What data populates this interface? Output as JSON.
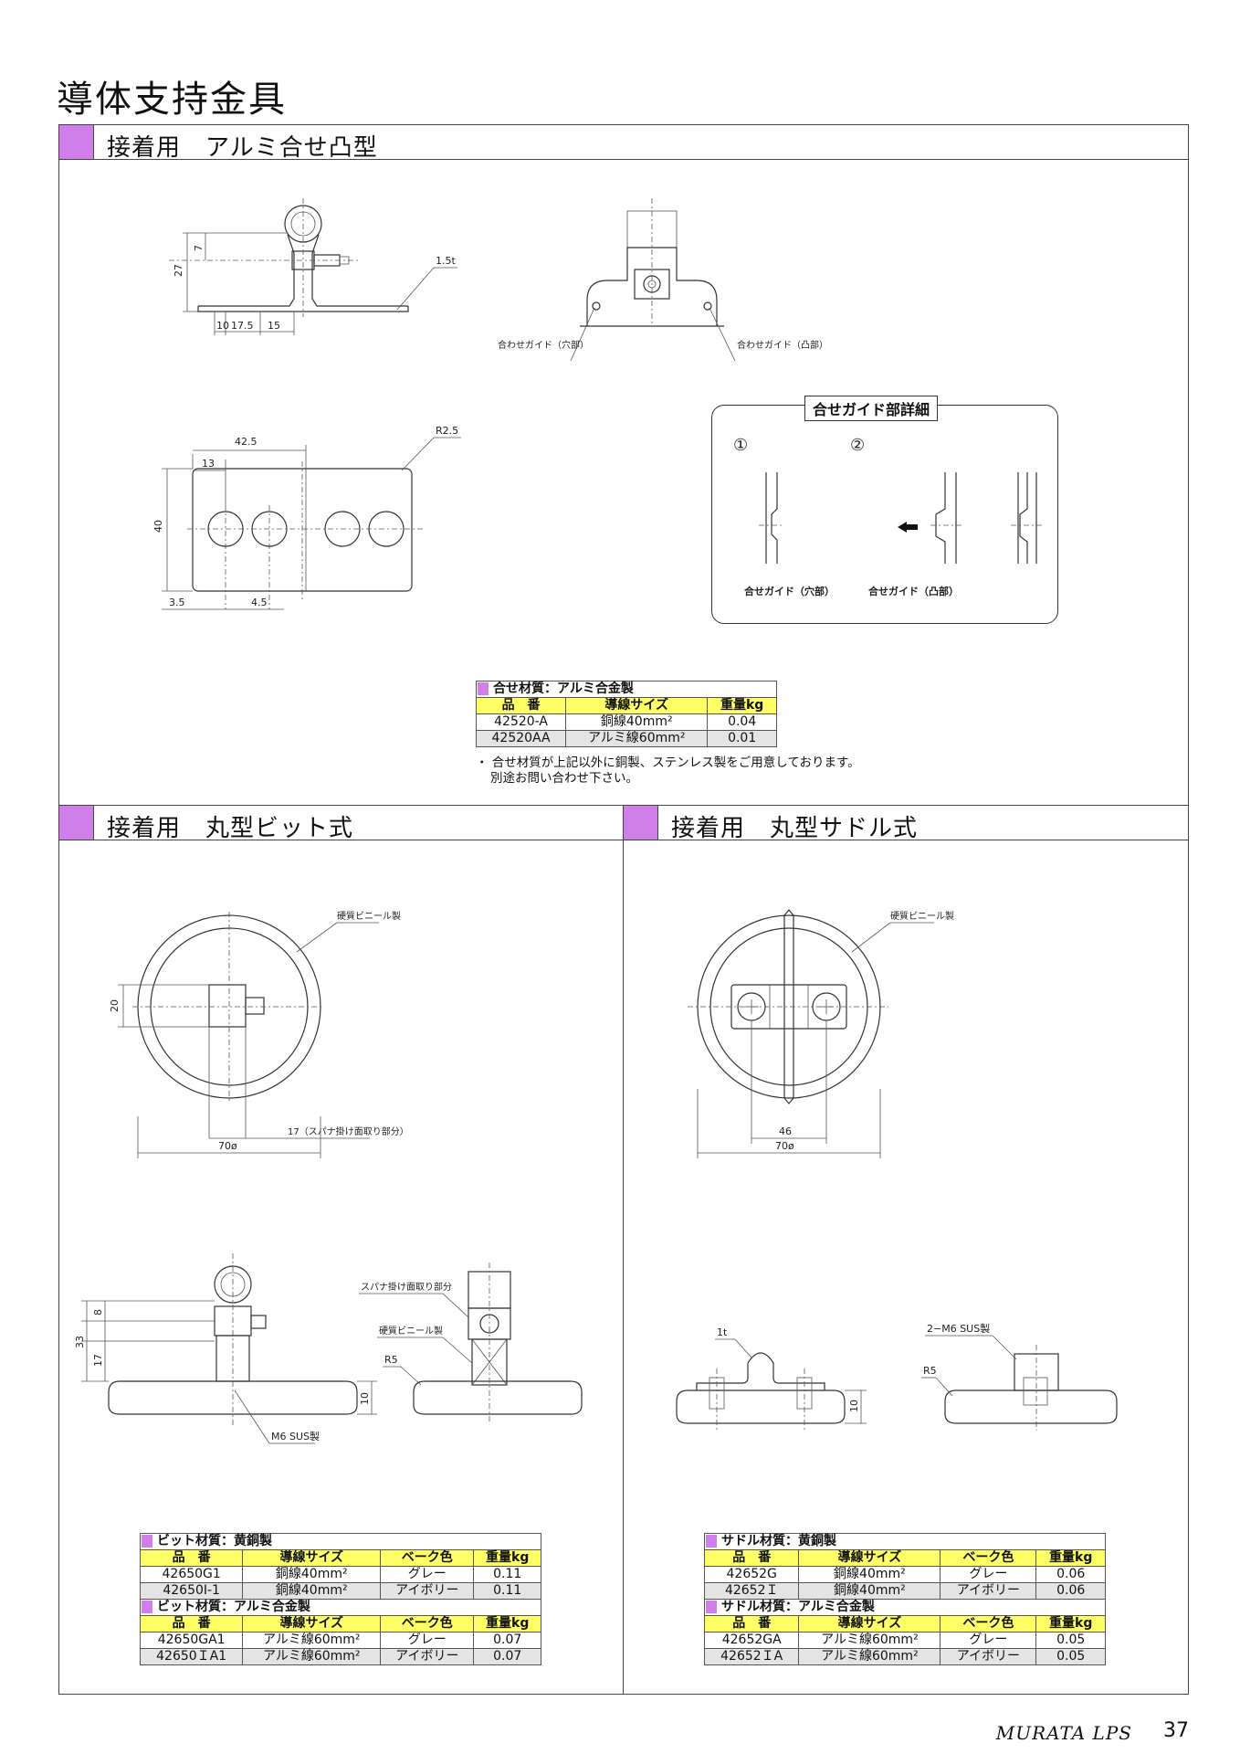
{
  "page": {
    "title": "導体支持金具",
    "brand": "MURATA LPS",
    "number": "37"
  },
  "sections": {
    "aluminum": {
      "title": "接着用　アルミ合せ凸型",
      "dims": {
        "d27": "27",
        "d7": "7",
        "d1_5t": "1.5t",
        "d10": "10",
        "d17_5": "17.5",
        "d15": "15",
        "d42_5": "42.5",
        "d13": "13",
        "r2_5": "R2.5",
        "d40": "40",
        "d3_5": "3.5",
        "d4_5": "4.5"
      },
      "guide_hole": "合わせガイド（穴部）",
      "guide_boss": "合わせガイド（凸部）",
      "detail": {
        "title": "合せガイド部詳細",
        "step1": "①",
        "step2": "②",
        "cap_hole": "合せガイド（穴部）",
        "cap_boss": "合せガイド（凸部）"
      },
      "table": {
        "caption": "合せ材質：アルミ合金製",
        "headers": [
          "品　番",
          "導線サイズ",
          "重量kg"
        ],
        "rows": [
          [
            "42520-A",
            "銅線40mm²",
            "0.04"
          ],
          [
            "42520AA",
            "アルミ線60mm²",
            "0.01"
          ]
        ]
      },
      "note_line1": "・ 合せ材質が上記以外に銅製、ステンレス製をご用意しております。",
      "note_line2": "別途お問い合わせ下さい。"
    },
    "bit": {
      "title": "接着用　丸型ビット式",
      "label_vinyl": "硬質ビニール製",
      "label_spanner": "17（スパナ掛け面取り部分）",
      "label_spanner2": "スパナ掛け面取り部分",
      "label_vinyl2": "硬質ビニール製",
      "label_m6": "M6  SUS製",
      "dims": {
        "d20": "20",
        "d70": "70ø",
        "d33": "33",
        "d8": "8",
        "d17": "17",
        "d10": "10",
        "r5": "R5"
      },
      "tables": [
        {
          "caption": "ビット材質：黄銅製",
          "headers": [
            "品　番",
            "導線サイズ",
            "ベーク色",
            "重量kg"
          ],
          "rows": [
            [
              "42650G1",
              "銅線40mm²",
              "グレー",
              "0.11"
            ],
            [
              "42650I-1",
              "銅線40mm²",
              "アイボリー",
              "0.11"
            ]
          ]
        },
        {
          "caption": "ビット材質：アルミ合金製",
          "headers": [
            "品　番",
            "導線サイズ",
            "ベーク色",
            "重量kg"
          ],
          "rows": [
            [
              "42650GA1",
              "アルミ線60mm²",
              "グレー",
              "0.07"
            ],
            [
              "42650ＩA1",
              "アルミ線60mm²",
              "アイボリー",
              "0.07"
            ]
          ]
        }
      ]
    },
    "saddle": {
      "title": "接着用　丸型サドル式",
      "label_vinyl": "硬質ビニール製",
      "label_1t": "1t",
      "label_m6": "2−M6  SUS製",
      "dims": {
        "d46": "46",
        "d70": "70ø",
        "d10": "10",
        "r5": "R5"
      },
      "tables": [
        {
          "caption": "サドル材質：黄銅製",
          "headers": [
            "品　番",
            "導線サイズ",
            "ベーク色",
            "重量kg"
          ],
          "rows": [
            [
              "42652G",
              "銅線40mm²",
              "グレー",
              "0.06"
            ],
            [
              "42652Ｉ",
              "銅線40mm²",
              "アイボリー",
              "0.06"
            ]
          ]
        },
        {
          "caption": "サドル材質：アルミ合金製",
          "headers": [
            "品　番",
            "導線サイズ",
            "ベーク色",
            "重量kg"
          ],
          "rows": [
            [
              "42652GA",
              "アルミ線60mm²",
              "グレー",
              "0.05"
            ],
            [
              "42652ＩA",
              "アルミ線60mm²",
              "アイボリー",
              "0.05"
            ]
          ]
        }
      ]
    }
  },
  "colors": {
    "section_marker": "#d07fea",
    "table_header": "#ffff66",
    "row_alt": "#e4e4e4"
  }
}
